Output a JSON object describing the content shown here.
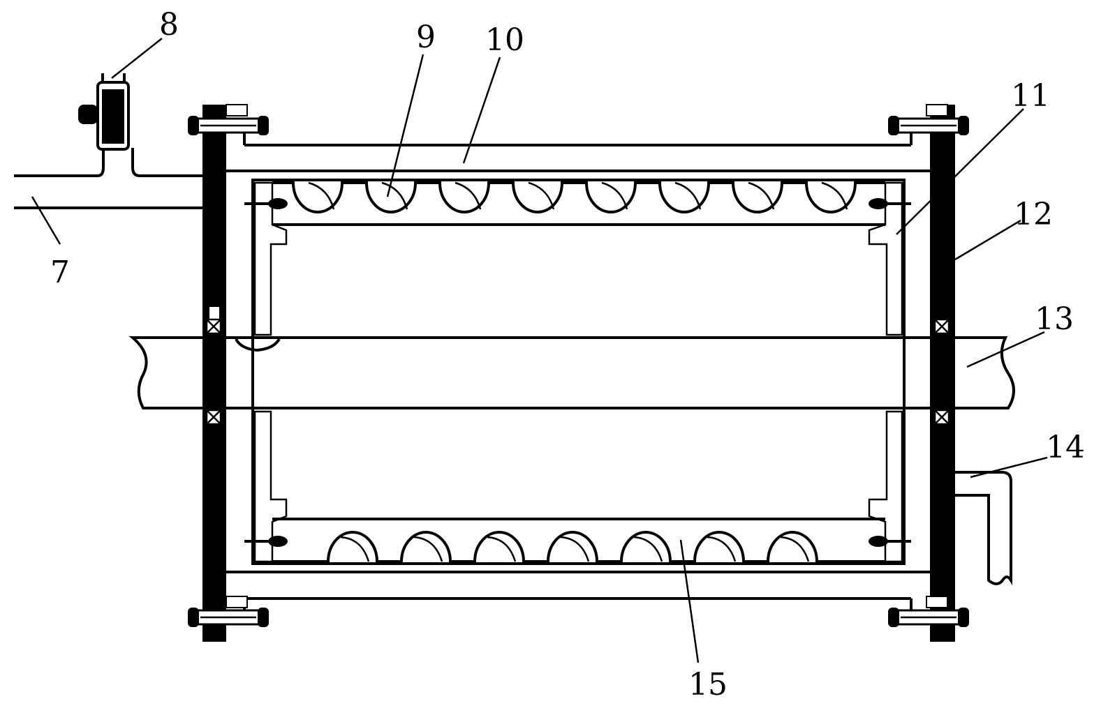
{
  "figure": {
    "type": "mechanical cross-section drawing",
    "labels": [
      {
        "id": "7",
        "text": "7"
      },
      {
        "id": "8",
        "text": "8"
      },
      {
        "id": "9",
        "text": "9"
      },
      {
        "id": "10",
        "text": "10"
      },
      {
        "id": "11",
        "text": "11"
      },
      {
        "id": "12",
        "text": "12"
      },
      {
        "id": "13",
        "text": "13"
      },
      {
        "id": "14",
        "text": "14"
      },
      {
        "id": "15",
        "text": "15"
      }
    ],
    "colors": {
      "line": "#000000",
      "background": "#ffffff"
    }
  }
}
